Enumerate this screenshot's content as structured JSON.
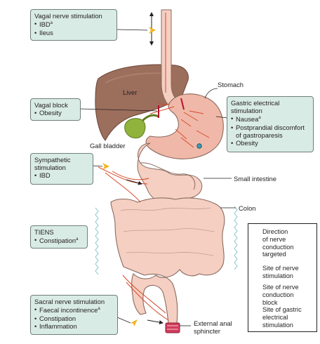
{
  "boxes": {
    "vagal_stim": {
      "title": "Vagal nerve stimulation",
      "items": [
        "IBD",
        "Ileus"
      ]
    },
    "vagal_block": {
      "title": "Vagal block",
      "items": [
        "Obesity"
      ]
    },
    "sympathetic": {
      "title_lines": [
        "Sympathetic",
        "stimulation"
      ],
      "items": [
        "IBD"
      ]
    },
    "tiens": {
      "title": "TIENS",
      "items": [
        "Constipation"
      ]
    },
    "sacral": {
      "title": "Sacral nerve stimulation",
      "items": [
        "Faecal incontinence",
        "Constipation",
        "Inflammation"
      ]
    },
    "gastric": {
      "title_lines": [
        "Gastric electrical",
        "stimulation"
      ],
      "nausea": "Nausea",
      "postprandial_lines": [
        "Postprandial discomfort",
        "of gastroparesis"
      ],
      "obesity": "Obesity"
    }
  },
  "footnote_mark": "a",
  "labels": {
    "liver": "Liver",
    "stomach": "Stomach",
    "gall_bladder": "Gall bladder",
    "small_intestine": "Small intestine",
    "colon": "Colon",
    "external_anal_sphincter_lines": [
      "External anal",
      "sphincter"
    ]
  },
  "legend": {
    "direction_lines": [
      "Direction",
      "of nerve",
      "conduction",
      "targeted"
    ],
    "site_stim_lines": [
      "Site of nerve",
      "stimulation"
    ],
    "site_block_lines": [
      "Site of nerve",
      "conduction",
      "block"
    ],
    "gastric_site_lines": [
      "Site of gastric",
      "electrical",
      "stimulation"
    ]
  },
  "colors": {
    "box_fill": "#d9ebe5",
    "box_border": "#6f7f79",
    "nerve_red": "#d64a2c",
    "arrow_yellow": "#f4b41a",
    "block_red": "#b5122a",
    "electrode_blue": "#3e9bb7",
    "liver": "#9c6e5c",
    "gallbladder": "#8fb33c",
    "intestine": "#f4cfc2",
    "stomach": "#f0b8a8"
  }
}
